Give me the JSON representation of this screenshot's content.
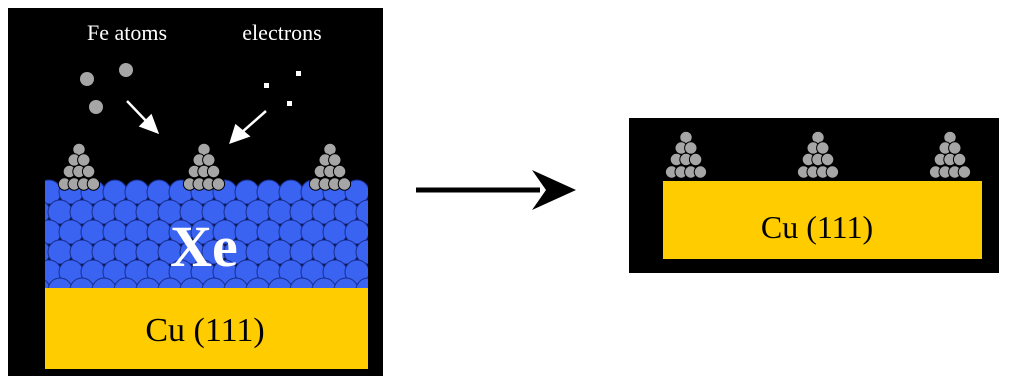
{
  "left_panel": {
    "fe_atoms_label": "Fe atoms",
    "electrons_label": "electrons",
    "buffer_label": "Xe",
    "substrate_label": "Cu (111)"
  },
  "right_panel": {
    "substrate_label": "Cu (111)"
  },
  "colors": {
    "panel_background": "#000000",
    "xe_atom": "#3a63f2",
    "cu_substrate": "#ffcc00",
    "fe_atom": "#a6a6a6",
    "electron": "#ffffff",
    "arrow": "#000000"
  },
  "icons": {
    "transition_arrow": "arrow-right-icon",
    "deposition_arrows": "arrow-down-right-icon"
  }
}
